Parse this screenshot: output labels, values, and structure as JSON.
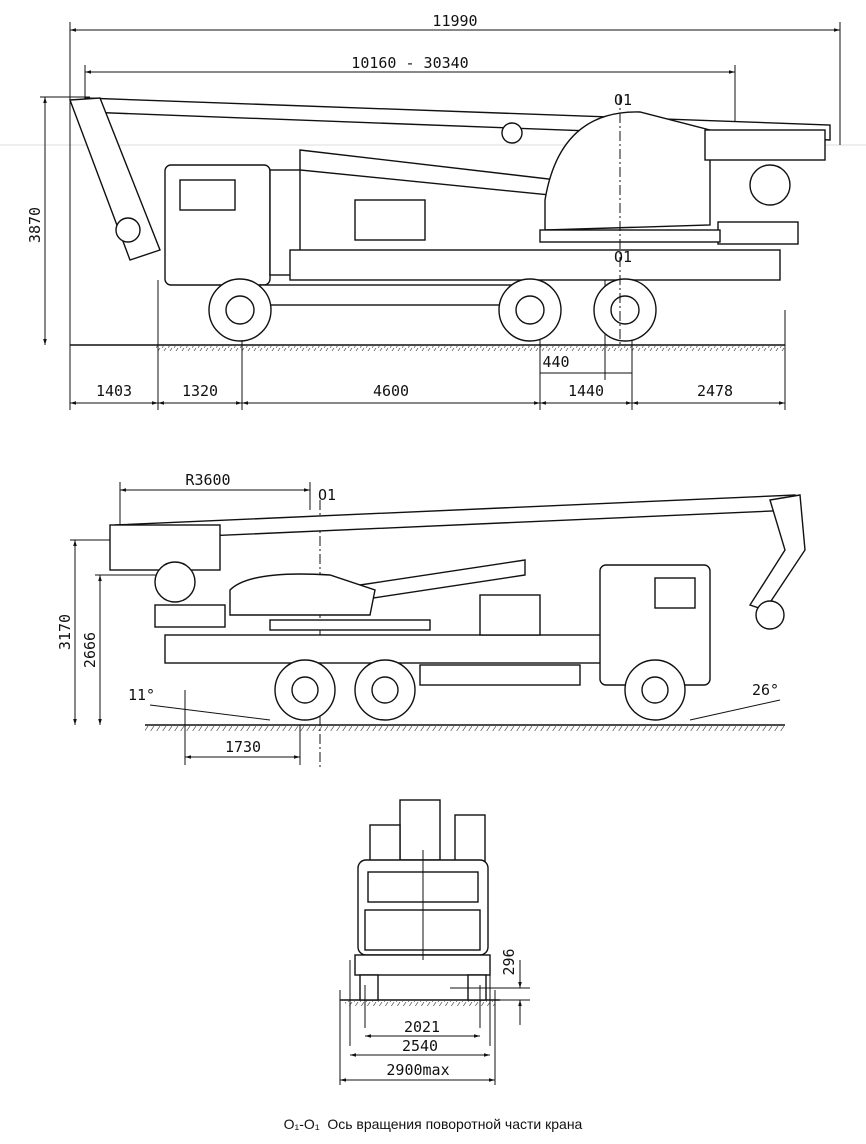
{
  "side_view_left": {
    "overall_length": "11990",
    "boom_length": "10160 - 30340",
    "height": "3870",
    "axis_label": "O1",
    "axis_label_lower": "O1",
    "offset_440": "440",
    "bottom_dims": [
      "1403",
      "1320",
      "4600",
      "1440",
      "2478"
    ]
  },
  "side_view_right": {
    "radius": "R3600",
    "axis_label": "O1",
    "height_total": "3170",
    "height_boom": "2666",
    "rear_overhang": "1730",
    "angle_rear": "11°",
    "angle_front": "26°"
  },
  "front_view": {
    "track": "2021",
    "width": "2540",
    "max_width": "2900max",
    "clearance": "296"
  },
  "caption": {
    "axis": "O₁-O₁",
    "text": "Ось вращения поворотной части крана"
  }
}
